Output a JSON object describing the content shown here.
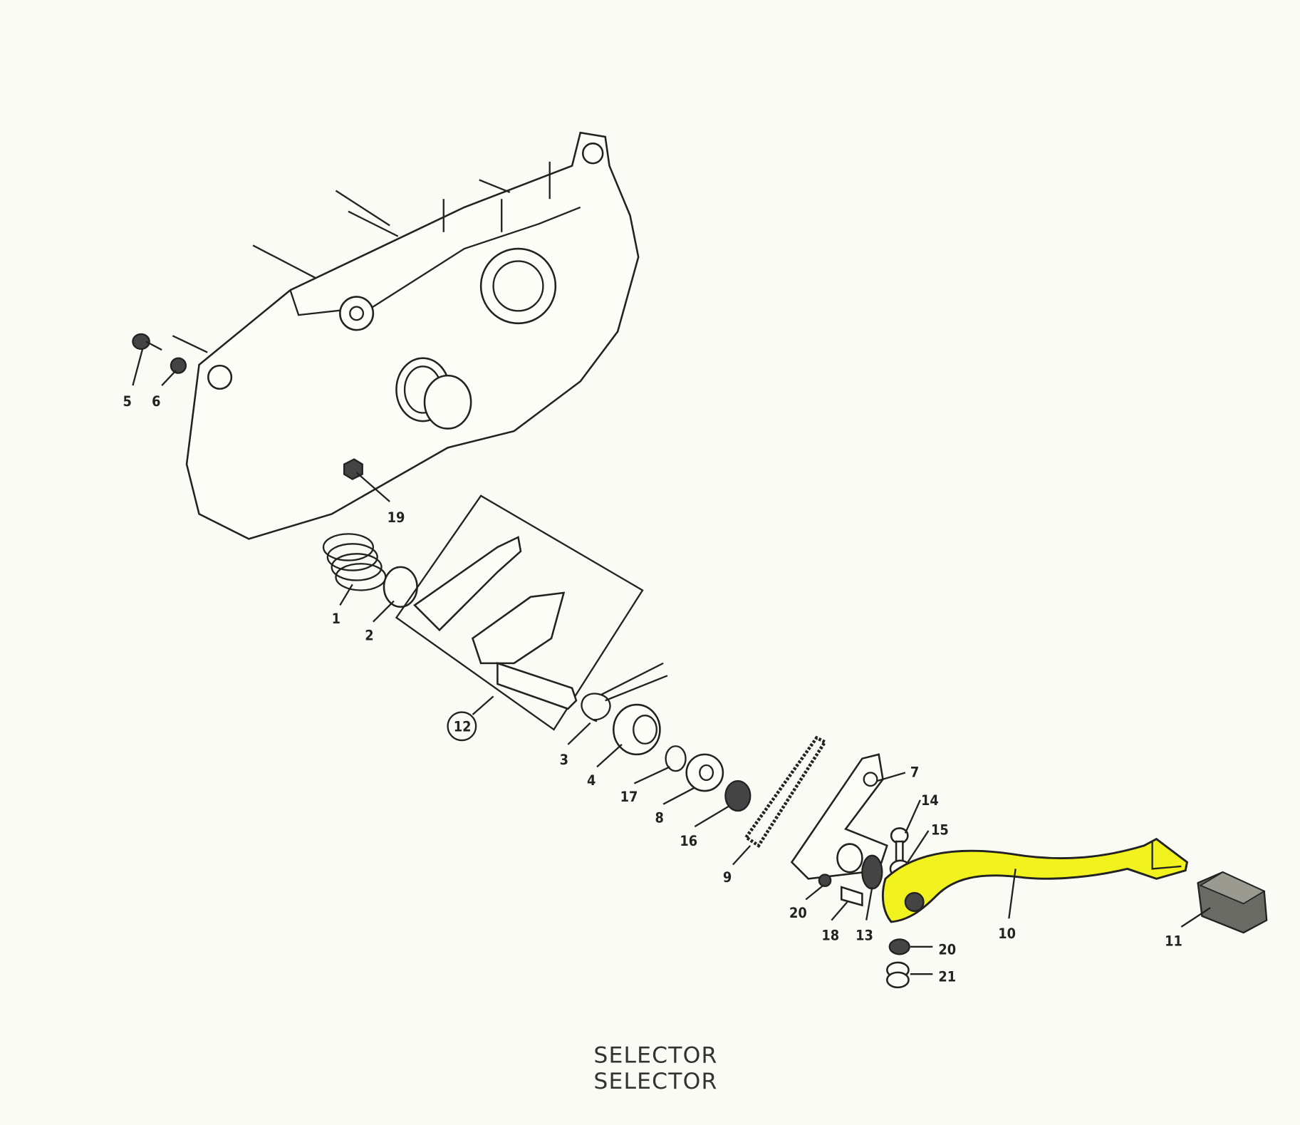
{
  "caption": {
    "line1": "SELECTOR",
    "line2": "SELECTOR"
  },
  "highlight_color": "#f2f21e",
  "callouts": [
    {
      "id": "c5",
      "text": "5"
    },
    {
      "id": "c6",
      "text": "6"
    },
    {
      "id": "c19",
      "text": "19"
    },
    {
      "id": "c1",
      "text": "1"
    },
    {
      "id": "c2",
      "text": "2"
    },
    {
      "id": "c12",
      "text": "12"
    },
    {
      "id": "c3",
      "text": "3"
    },
    {
      "id": "c4",
      "text": "4"
    },
    {
      "id": "c17",
      "text": "17"
    },
    {
      "id": "c8",
      "text": "8"
    },
    {
      "id": "c16",
      "text": "16"
    },
    {
      "id": "c9",
      "text": "9"
    },
    {
      "id": "c7",
      "text": "7"
    },
    {
      "id": "c14",
      "text": "14"
    },
    {
      "id": "c15",
      "text": "15"
    },
    {
      "id": "c20a",
      "text": "20"
    },
    {
      "id": "c18",
      "text": "18"
    },
    {
      "id": "c13",
      "text": "13"
    },
    {
      "id": "c10",
      "text": "10"
    },
    {
      "id": "c11",
      "text": "11"
    },
    {
      "id": "c20b",
      "text": "20"
    },
    {
      "id": "c21",
      "text": "21"
    }
  ]
}
